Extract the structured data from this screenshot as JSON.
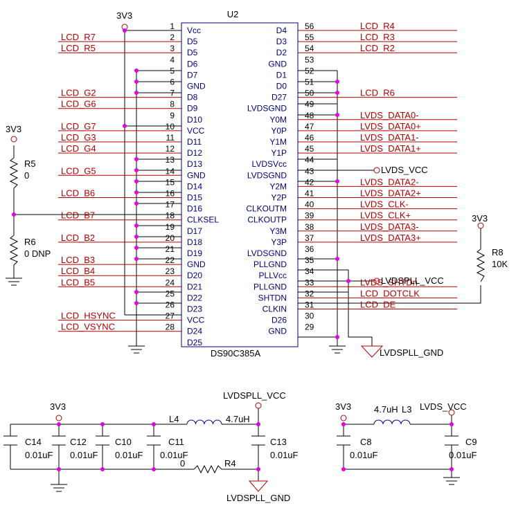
{
  "chip": {
    "ref": "U2",
    "part": "DS90C385A",
    "left_pins": [
      {
        "num": "1",
        "name": "Vcc"
      },
      {
        "num": "2",
        "name": "D5"
      },
      {
        "num": "3",
        "name": "D5"
      },
      {
        "num": "4",
        "name": "D6"
      },
      {
        "num": "5",
        "name": "D7"
      },
      {
        "num": "6",
        "name": "GND"
      },
      {
        "num": "7",
        "name": "D8"
      },
      {
        "num": "8",
        "name": "D9"
      },
      {
        "num": "9",
        "name": "D10"
      },
      {
        "num": "10",
        "name": "VCC"
      },
      {
        "num": "11",
        "name": "D11"
      },
      {
        "num": "12",
        "name": "D12"
      },
      {
        "num": "13",
        "name": "D13"
      },
      {
        "num": "14",
        "name": "GND"
      },
      {
        "num": "15",
        "name": "D14"
      },
      {
        "num": "16",
        "name": "D15"
      },
      {
        "num": "17",
        "name": "D16"
      },
      {
        "num": "18",
        "name": "CLKSEL"
      },
      {
        "num": "19",
        "name": "D17"
      },
      {
        "num": "20",
        "name": "D18"
      },
      {
        "num": "21",
        "name": "D19"
      },
      {
        "num": "22",
        "name": "GND"
      },
      {
        "num": "23",
        "name": "D20"
      },
      {
        "num": "24",
        "name": "D21"
      },
      {
        "num": "25",
        "name": "D22"
      },
      {
        "num": "26",
        "name": "D23"
      },
      {
        "num": "27",
        "name": "VCC"
      },
      {
        "num": "28",
        "name": "D24"
      },
      {
        "num": "",
        "name": "D25"
      }
    ],
    "right_pins": [
      {
        "num": "56",
        "name": "D4"
      },
      {
        "num": "55",
        "name": "D3"
      },
      {
        "num": "54",
        "name": "D2"
      },
      {
        "num": "53",
        "name": "GND"
      },
      {
        "num": "52",
        "name": "D1"
      },
      {
        "num": "51",
        "name": "D0"
      },
      {
        "num": "50",
        "name": "D27"
      },
      {
        "num": "49",
        "name": "LVDSGND"
      },
      {
        "num": "48",
        "name": "Y0M"
      },
      {
        "num": "47",
        "name": "Y0P"
      },
      {
        "num": "46",
        "name": "Y1M"
      },
      {
        "num": "45",
        "name": "Y1P"
      },
      {
        "num": "44",
        "name": "LVDSVcc"
      },
      {
        "num": "43",
        "name": "LVDSGND"
      },
      {
        "num": "42",
        "name": "Y2M"
      },
      {
        "num": "41",
        "name": "Y2P"
      },
      {
        "num": "40",
        "name": "CLKOUTM"
      },
      {
        "num": "39",
        "name": "CLKOUTP"
      },
      {
        "num": "38",
        "name": "Y3M"
      },
      {
        "num": "37",
        "name": "Y3P"
      },
      {
        "num": "36",
        "name": "LVDSGND"
      },
      {
        "num": "35",
        "name": "PLLGND"
      },
      {
        "num": "34",
        "name": "PLLVcc"
      },
      {
        "num": "33",
        "name": "PLLGND"
      },
      {
        "num": "32",
        "name": "SHTDN"
      },
      {
        "num": "31",
        "name": "CLKIN"
      },
      {
        "num": "30",
        "name": "D26"
      },
      {
        "num": "29",
        "name": "GND"
      }
    ]
  },
  "left_nets": [
    {
      "row": 1,
      "label": "LCD_R7"
    },
    {
      "row": 2,
      "label": "LCD_R5"
    },
    {
      "row": 6,
      "label": "LCD_G2"
    },
    {
      "row": 7,
      "label": "LCD_G6"
    },
    {
      "row": 9,
      "label": "LCD_G7"
    },
    {
      "row": 10,
      "label": "LCD_G3"
    },
    {
      "row": 11,
      "label": "LCD_G4"
    },
    {
      "row": 13,
      "label": "LCD_G5"
    },
    {
      "row": 15,
      "label": "LCD_B6"
    },
    {
      "row": 17,
      "label": "LCD_B7"
    },
    {
      "row": 19,
      "label": "LCD_B2"
    },
    {
      "row": 21,
      "label": "LCD_B3"
    },
    {
      "row": 22,
      "label": "LCD_B4"
    },
    {
      "row": 23,
      "label": "LCD_B5"
    },
    {
      "row": 26,
      "label": "LCD_HSYNC"
    },
    {
      "row": 27,
      "label": "LCD_VSYNC"
    }
  ],
  "right_nets": [
    {
      "row": 0,
      "label": "LCD_R4"
    },
    {
      "row": 1,
      "label": "LCD_R3"
    },
    {
      "row": 2,
      "label": "LCD_R2"
    },
    {
      "row": 6,
      "label": "LCD_R6"
    },
    {
      "row": 8,
      "label": "LVDS_DATA0-"
    },
    {
      "row": 9,
      "label": "LVDS_DATA0+"
    },
    {
      "row": 10,
      "label": "LVDS_DATA1-"
    },
    {
      "row": 11,
      "label": "LVDS_DATA1+"
    },
    {
      "row": 14,
      "label": "LVDS_DATA2-"
    },
    {
      "row": 15,
      "label": "LVDS_DATA2+"
    },
    {
      "row": 16,
      "label": "LVDS_CLK-"
    },
    {
      "row": 17,
      "label": "LVDS_CLK+"
    },
    {
      "row": 18,
      "label": "LVDS_DATA3-"
    },
    {
      "row": 19,
      "label": "LVDS_DATA3+"
    },
    {
      "row": 23,
      "label": "LVDS_SHTDn"
    },
    {
      "row": 24,
      "label": "LCD_DOTCLK"
    },
    {
      "row": 25,
      "label": "LCD_DE"
    }
  ],
  "labels": {
    "pwr_3v3": "3V3",
    "lvds_vcc": "LVDS_VCC",
    "lvdspll_vcc": "LVDSPLL_VCC",
    "lvdspll_gnd": "LVDSPLL_GND",
    "r5": "R5",
    "r5_val": "0",
    "r6": "R6",
    "r6_val": "0 DNP",
    "r8": "R8",
    "r8_val": "10K",
    "r4": "R4",
    "r4_val": "0",
    "l4": "L4",
    "l4_val": "4.7uH",
    "l3": "L3",
    "l3_val": "4.7uH",
    "c14": "C14",
    "c12": "C12",
    "c10": "C10",
    "c11": "C11",
    "c13": "C13",
    "c8": "C8",
    "c9": "C9",
    "cap_val": "0.01uF"
  },
  "colors": {
    "wire": "#000000",
    "net": "#b00000",
    "junction": "#e000e0",
    "body": "#000080",
    "ink": "#000000"
  }
}
